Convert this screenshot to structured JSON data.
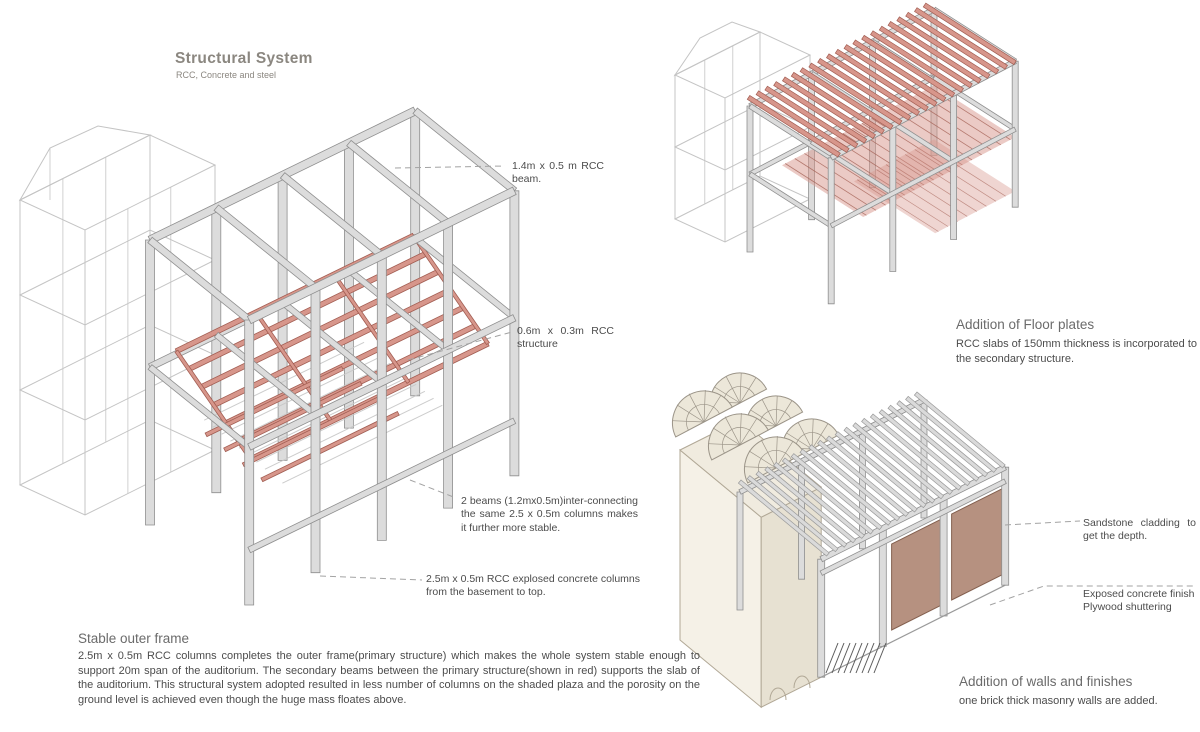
{
  "title_block": {
    "title": "Structural System",
    "subtitle": "RCC, Concrete and steel"
  },
  "main_annotations": {
    "beam": "1.4m x 0.5 m RCC beam.",
    "structure": "0.6m x 0.3m RCC structure",
    "interconnect": "2 beams (1.2mx0.5m)inter-connecting the same 2.5 x 0.5m columns makes it further more stable.",
    "columns": "2.5m x 0.5m RCC explosed concrete columns from the basement to top."
  },
  "stable_outer_frame": {
    "heading": "Stable outer frame",
    "body": "2.5m x 0.5m RCC columns completes the outer frame(primary structure) which makes the whole system stable enough to support 20m span of the auditorium. The secondary beams between the primary structure(shown in red) supports the slab of the auditorium. This structural system adopted resulted in less number of columns on the shaded plaza and the porosity on the ground level is achieved even though the huge mass floates above."
  },
  "floor_plates": {
    "heading": "Addition of Floor plates",
    "body": "RCC slabs of 150mm thickness is incorporated to the secondary structure."
  },
  "walls_finishes": {
    "heading": "Addition of walls and finishes",
    "body": "one brick thick masonry walls are added.",
    "sandstone_note": "Sandstone cladding to get the depth.",
    "exposed_note_line1": "Exposed concrete finish",
    "exposed_note_line2": "Plywood shuttering"
  },
  "colors": {
    "structure_fill": "#dcdcdc",
    "structure_stroke": "#8f8f8f",
    "red_fill": "#d7968b",
    "red_stroke": "#a25d52",
    "ghost_stroke": "#c4c4c4",
    "leader": "#a3a3a3",
    "tan_fill": "#b69180",
    "tan_stroke": "#84604f",
    "cream_top": "#f0ebdf",
    "cream_front": "#e7e1d2",
    "cream_side": "#f5f1e7",
    "cream_stroke": "#b1a896",
    "fan_fill": "#ece7d9",
    "fan_stroke": "#9b9488",
    "title_text": "#8b8780",
    "heading_text": "#6b6b6b",
    "body_text": "#4c4c4c"
  }
}
